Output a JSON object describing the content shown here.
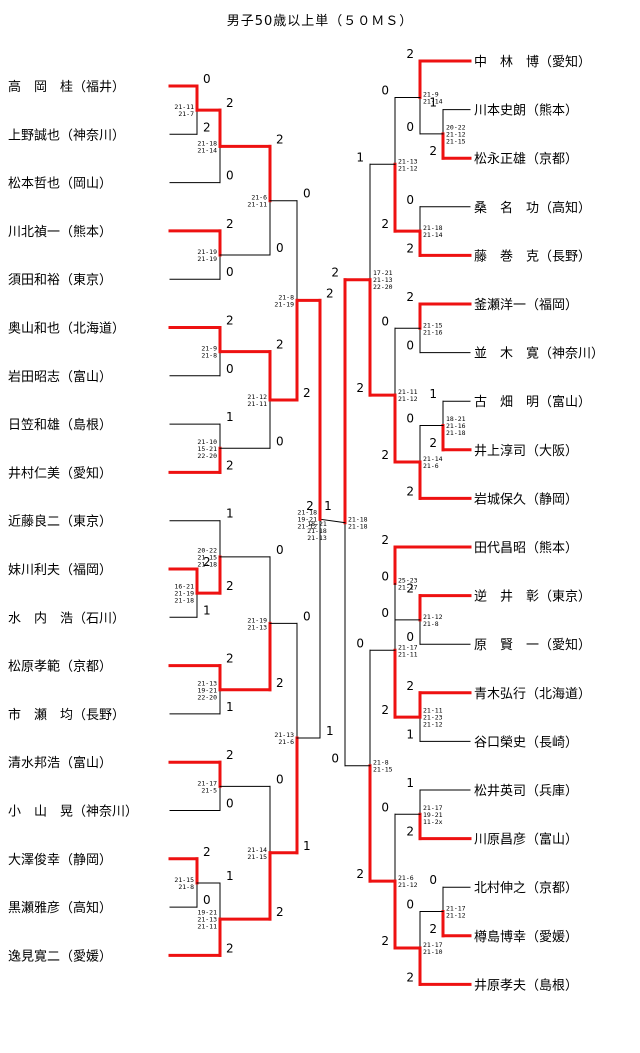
{
  "title": "男子50歳以上単（５０ＭＳ）",
  "left_players": [
    "高　岡　桂（福井）",
    "上野誠也（神奈川）",
    "松本哲也（岡山）",
    "川北禎一（熊本）",
    "須田和裕（東京）",
    "奥山和也（北海道）",
    "岩田昭志（富山）",
    "日笠和雄（島根）",
    "井村仁美（愛知）",
    "近藤良二（東京）",
    "妹川利夫（福岡）",
    "水　内　浩（石川）",
    "松原孝範（京都）",
    "市　瀬　均（長野）",
    "清水邦浩（富山）",
    "小　山　晃（神奈川）",
    "大澤俊幸（静岡）",
    "黒瀬雅彦（高知）",
    "逸見寛二（愛媛）"
  ],
  "right_players": [
    "中　林　博（愛知）",
    "川本史朗（熊本）",
    "松永正雄（京都）",
    "桑　名　功（高知）",
    "藤　巻　克（長野）",
    "釜瀬洋一（福岡）",
    "並　木　寛（神奈川）",
    "古　畑　明（富山）",
    "井上淳司（大阪）",
    "岩城保久（静岡）",
    "田代昌昭（熊本）",
    "逆　井　彰（東京）",
    "原　賢　一（愛知）",
    "青木弘行（北海道）",
    "谷口榮史（長崎）",
    "松井英司（兵庫）",
    "川原昌彦（富山）",
    "北村伸之（京都）",
    "樽島博幸（愛媛）",
    "井原孝夫（島根）"
  ],
  "left_matches": [
    {
      "id": "L1",
      "a": "P1",
      "b": "P2",
      "w": "a",
      "sa": "0",
      "sb": "2",
      "g": [
        "21-11",
        "21-7"
      ]
    },
    {
      "id": "L2",
      "a": "L1",
      "b": "P3",
      "w": "a",
      "sa": "2",
      "sb": "0",
      "g": [
        "21-18",
        "21-14"
      ]
    },
    {
      "id": "L3",
      "a": "P4",
      "b": "P5",
      "w": "a",
      "sa": "2",
      "sb": "0",
      "g": [
        "21-19",
        "21-19"
      ]
    },
    {
      "id": "L4",
      "a": "L2",
      "b": "L3",
      "w": "a",
      "sa": "2",
      "sb": "0",
      "g": [
        "21-6",
        "21-11"
      ]
    },
    {
      "id": "L5",
      "a": "P6",
      "b": "P7",
      "w": "a",
      "sa": "2",
      "sb": "0",
      "g": [
        "21-9",
        "21-8"
      ]
    },
    {
      "id": "L6",
      "a": "P8",
      "b": "P9",
      "w": "b",
      "sa": "1",
      "sb": "2",
      "g": [
        "21-10",
        "15-21",
        "22-20"
      ]
    },
    {
      "id": "L7",
      "a": "L5",
      "b": "L6",
      "w": "a",
      "sa": "2",
      "sb": "0",
      "g": [
        "21-12",
        "21-11"
      ]
    },
    {
      "id": "L8",
      "a": "L4",
      "b": "L7",
      "w": "b",
      "sa": "0",
      "sb": "2",
      "g": [
        "21-8",
        "21-19"
      ]
    },
    {
      "id": "L9",
      "a": "P11",
      "b": "P12",
      "w": "a",
      "sa": "2",
      "sb": "1",
      "g": [
        "16-21",
        "21-19",
        "21-18"
      ]
    },
    {
      "id": "L10",
      "a": "P10",
      "b": "L9",
      "w": "b",
      "sa": "1",
      "sb": "2",
      "g": [
        "20-22",
        "21-15",
        "21-18"
      ]
    },
    {
      "id": "L11",
      "a": "P13",
      "b": "P14",
      "w": "a",
      "sa": "2",
      "sb": "1",
      "g": [
        "21-13",
        "19-21",
        "22-20"
      ]
    },
    {
      "id": "L12",
      "a": "L10",
      "b": "L11",
      "w": "b",
      "sa": "0",
      "sb": "2",
      "g": [
        "21-19",
        "21-13"
      ]
    },
    {
      "id": "L13",
      "a": "P15",
      "b": "P16",
      "w": "a",
      "sa": "2",
      "sb": "0",
      "g": [
        "21-17",
        "21-5"
      ]
    },
    {
      "id": "L14",
      "a": "P17",
      "b": "P18",
      "w": "a",
      "sa": "2",
      "sb": "0",
      "g": [
        "21-15",
        "21-8"
      ]
    },
    {
      "id": "L15",
      "a": "L14",
      "b": "P19",
      "w": "b",
      "sa": "1",
      "sb": "2",
      "g": [
        "19-21",
        "21-13",
        "21-11"
      ]
    },
    {
      "id": "L16",
      "a": "L13",
      "b": "L15",
      "w": "b",
      "sa": "0",
      "sb": "2",
      "g": [
        "21-14",
        "21-15"
      ]
    },
    {
      "id": "L17",
      "a": "L12",
      "b": "L16",
      "w": "b",
      "sa": "0",
      "sb": "1",
      "g": [
        "21-13",
        "21-6"
      ]
    },
    {
      "id": "L18",
      "a": "L8",
      "b": "L17",
      "w": "a",
      "sa": "2",
      "sb": "1",
      "g": [
        "21-18",
        "19-21",
        "21-12"
      ]
    }
  ],
  "right_matches": [
    {
      "id": "R1",
      "a": "P2",
      "b": "P3",
      "w": "b",
      "sa": "1",
      "sb": "2",
      "g": [
        "20-22",
        "21-12",
        "21-15"
      ]
    },
    {
      "id": "R2",
      "a": "P1",
      "b": "R1",
      "w": "a",
      "sa": "2",
      "sb": "0",
      "g": [
        "21-9",
        "21-14"
      ]
    },
    {
      "id": "R3",
      "a": "P4",
      "b": "P5",
      "w": "b",
      "sa": "0",
      "sb": "2",
      "g": [
        "21-18",
        "21-14"
      ]
    },
    {
      "id": "R4",
      "a": "R2",
      "b": "R3",
      "w": "b",
      "sa": "0",
      "sb": "2",
      "g": [
        "21-13",
        "21-12"
      ]
    },
    {
      "id": "R5",
      "a": "P6",
      "b": "P7",
      "w": "a",
      "sa": "2",
      "sb": "0",
      "g": [
        "21-15",
        "21-16"
      ]
    },
    {
      "id": "R6",
      "a": "P8",
      "b": "P9",
      "w": "b",
      "sa": "1",
      "sb": "2",
      "g": [
        "18-21",
        "21-16",
        "21-18"
      ]
    },
    {
      "id": "R7",
      "a": "R6",
      "b": "P10",
      "w": "b",
      "sa": "0",
      "sb": "2",
      "g": [
        "21-14",
        "21-6"
      ]
    },
    {
      "id": "R8",
      "a": "R5",
      "b": "R7",
      "w": "b",
      "sa": "0",
      "sb": "2",
      "g": [
        "21-11",
        "21-12"
      ]
    },
    {
      "id": "R9",
      "a": "R4",
      "b": "R8",
      "w": "b",
      "sa": "1",
      "sb": "2",
      "g": [
        "17-21",
        "21-13",
        "22-20"
      ]
    },
    {
      "id": "R10",
      "a": "P12",
      "b": "P13",
      "w": "a",
      "sa": "2",
      "sb": "0",
      "g": [
        "21-12",
        "21-8"
      ]
    },
    {
      "id": "R11",
      "a": "P11",
      "b": "R10",
      "w": "a",
      "sa": "2",
      "sb": "0",
      "g": [
        "25-23",
        "21-17"
      ]
    },
    {
      "id": "R12",
      "a": "P14",
      "b": "P15",
      "w": "a",
      "sa": "2",
      "sb": "1",
      "g": [
        "21-11",
        "21-23",
        "21-12"
      ]
    },
    {
      "id": "R13",
      "a": "R11",
      "b": "R12",
      "w": "b",
      "sa": "0",
      "sb": "2",
      "g": [
        "21-17",
        "21-11"
      ]
    },
    {
      "id": "R14",
      "a": "P16",
      "b": "P17",
      "w": "b",
      "sa": "1",
      "sb": "2",
      "g": [
        "21-17",
        "19-21",
        "11-2x"
      ]
    },
    {
      "id": "R15",
      "a": "P18",
      "b": "P19",
      "w": "b",
      "sa": "0",
      "sb": "2",
      "g": [
        "21-17",
        "21-12"
      ]
    },
    {
      "id": "R16",
      "a": "R15",
      "b": "P20",
      "w": "b",
      "sa": "0",
      "sb": "2",
      "g": [
        "21-17",
        "21-10"
      ]
    },
    {
      "id": "R17",
      "a": "R14",
      "b": "R16",
      "w": "b",
      "sa": "0",
      "sb": "2",
      "g": [
        "21-6",
        "21-12"
      ]
    },
    {
      "id": "R18",
      "a": "R13",
      "b": "R17",
      "w": "b",
      "sa": "0",
      "sb": "2",
      "g": [
        "21-8",
        "21-15"
      ]
    },
    {
      "id": "R19",
      "a": "R9",
      "b": "R18",
      "w": "a",
      "sa": "2",
      "sb": "0",
      "g": [
        "21-18",
        "21-18"
      ]
    }
  ],
  "final": {
    "left_score": "2",
    "right_score": "1",
    "games": [
      "18-21",
      "21-18",
      "21-13"
    ]
  }
}
